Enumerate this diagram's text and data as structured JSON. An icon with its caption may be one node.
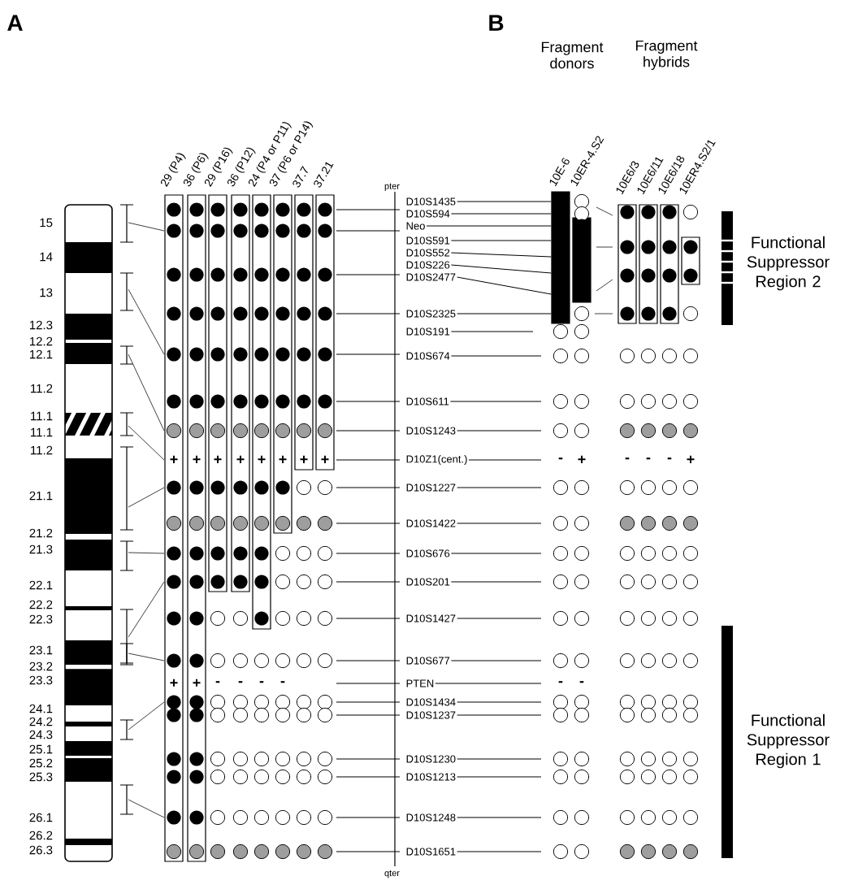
{
  "diagram": {
    "nodes": [
      {
        "text": [
          "D10S1435"
        ]
      },
      {
        "text": [
          "D10S594"
        ]
      },
      {
        "text": [
          "Neo"
        ]
      },
      {
        "text": [
          "D10S591"
        ]
      },
      {
        "text": [
          "D10S552"
        ]
      },
      {
        "text": [
          "D10S226"
        ]
      },
      {
        "text": [
          "D10S2477"
        ]
      },
      {
        "text": [
          "D10S2325"
        ]
      },
      {
        "text": [
          "D10S191"
        ]
      },
      {
        "text": [
          "D10S674"
        ]
      },
      {
        "text": [
          "D10S611"
        ]
      },
      {
        "text": [
          "D10S1243"
        ]
      },
      {
        "text": [
          "D10Z1(cent.)"
        ]
      },
      {
        "text": [
          "D10S1227"
        ]
      },
      {
        "text": [
          "D10S1422"
        ]
      },
      {
        "text": [
          "D10S676"
        ]
      },
      {
        "text": [
          "D10S201"
        ]
      },
      {
        "text": [
          "D10S1427"
        ]
      },
      {
        "text": [
          "D10S677"
        ]
      },
      {
        "text": [
          "PTEN"
        ]
      },
      {
        "text": [
          "D10S1434"
        ]
      },
      {
        "text": [
          "D10S1237"
        ]
      },
      {
        "text": [
          "D10S1230"
        ]
      },
      {
        "text": [
          "D10S1213"
        ]
      },
      {
        "text": [
          "D10S1248"
        ]
      },
      {
        "text": [
          "D10S1651"
        ]
      },
      {
        "text": [],
        "shape": "bar"
      }
    ],
    "edges": [
      {
        "from": 0,
        "to": 26,
        "arrow": "none"
      },
      {
        "from": 1,
        "to": 26,
        "arrow": "none"
      },
      {
        "from": 2,
        "to": 26,
        "arrow": "none"
      },
      {
        "from": 3,
        "to": 26,
        "arrow": "none"
      },
      {
        "from": 4,
        "to": 26,
        "arrow": "none"
      },
      {
        "from": 5,
        "to": 26,
        "arrow": "none"
      },
      {
        "from": 6,
        "to": 26,
        "arrow": "none"
      },
      {
        "from": 7,
        "to": 26,
        "arrow": "none"
      },
      {
        "from": 8,
        "to": null,
        "arrow": "none"
      },
      {
        "from": 9,
        "to": null,
        "arrow": "none"
      },
      {
        "from": 10,
        "to": null,
        "arrow": "none"
      },
      {
        "from": 11,
        "to": null,
        "arrow": "none"
      },
      {
        "from": 12,
        "to": null,
        "arrow": "none"
      },
      {
        "from": 13,
        "to": null,
        "arrow": "none"
      },
      {
        "from": 14,
        "to": null,
        "arrow": "none"
      },
      {
        "from": 15,
        "to": null,
        "arrow": "none"
      },
      {
        "from": 16,
        "to": null,
        "arrow": "none"
      },
      {
        "from": 17,
        "to": null,
        "arrow": "none"
      },
      {
        "from": 18,
        "to": null,
        "arrow": "none"
      },
      {
        "from": 19,
        "to": null,
        "arrow": "none"
      },
      {
        "from": 20,
        "to": null,
        "arrow": "none"
      },
      {
        "from": 21,
        "to": null,
        "arrow": "none"
      },
      {
        "from": 22,
        "to": null,
        "arrow": "none"
      },
      {
        "from": 23,
        "to": null,
        "arrow": "none"
      },
      {
        "from": 24,
        "to": null,
        "arrow": "none"
      },
      {
        "from": 25,
        "to": null,
        "arrow": "none"
      }
    ],
    "labels": [
      "A",
      "B",
      "Fragment donors",
      "Fragment hybrids",
      "29 (P4)",
      "36 (P6)",
      "29 (P16)",
      "36 (P12)",
      "24 (P4 or P11)",
      "37 (P6 or P14)",
      "37.7",
      "37.21",
      "10E-6",
      "10ER-4.S2",
      "10E6/3",
      "10E6/11",
      "10E6/18",
      "10ER4.S2/1",
      "pter",
      "15",
      "14",
      "13",
      "12.3",
      "12.2",
      "12.1",
      "11.2",
      "11.1",
      "11.1",
      "11.2",
      "21.1",
      "21.2",
      "21.3",
      "22.1",
      "22.2",
      "22.3",
      "23.1",
      "23.2",
      "23.3",
      "24.1",
      "24.2",
      "24.3",
      "25.1",
      "25.2",
      "25.3",
      "26.1",
      "26.2",
      "26.3",
      "Functional Suppressor Region 2",
      "+",
      "+",
      "+",
      "+",
      "+",
      "+",
      "+",
      "+",
      "-",
      "+",
      "-",
      "-",
      "-",
      "+",
      "+",
      "+",
      "-",
      "-",
      "-",
      "-",
      "-",
      "-",
      "Functional Suppressor Region 1",
      "qter"
    ]
  }
}
